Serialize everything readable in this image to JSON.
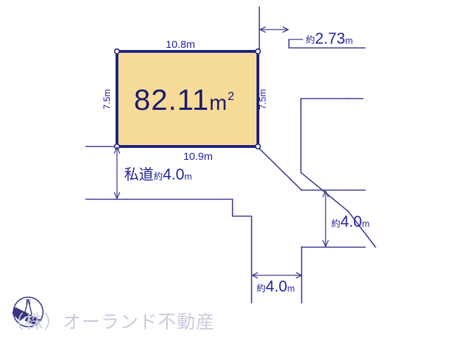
{
  "diagram": {
    "type": "land-plot-survey",
    "area_label": {
      "value": "82.11",
      "unit": "m",
      "superscript": "2"
    },
    "parcel": {
      "fill_color": "#f7db98",
      "stroke_color": "#1f2080",
      "node_color": "#ffffff"
    },
    "dimensions": {
      "top": "10.8m",
      "bottom": "10.9m",
      "left": "7.5m",
      "right": "7.5m",
      "top_right_offset": "約2.73m",
      "private_road": "私道約4.0m",
      "right_road_width": "約4.0m",
      "bottom_road_width": "約4.0m"
    },
    "line_color": "#3b3b8f"
  },
  "watermark": {
    "company": "（株）オーランド不動産",
    "compass_letter": "N",
    "compass_name": "compass-rose-icon"
  }
}
